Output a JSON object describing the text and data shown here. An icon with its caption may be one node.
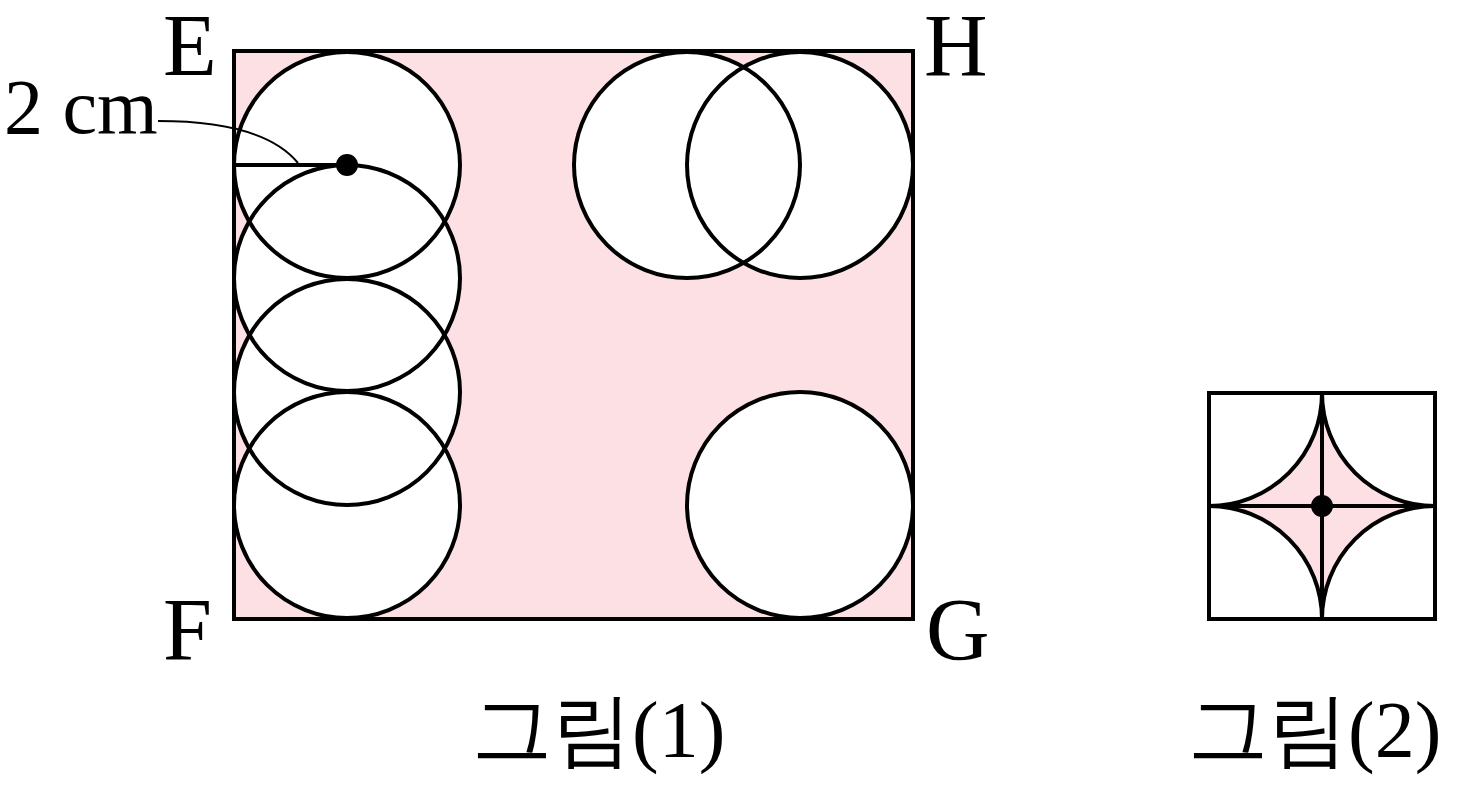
{
  "diagram": {
    "nodes": [
      {
        "text": [
          "2 cm"
        ]
      },
      {
        "text": [],
        "shape": "line"
      }
    ],
    "edges": [
      {
        "from": 0,
        "to": 1,
        "arrow": "none"
      }
    ],
    "labels": [
      "E",
      "H",
      "F",
      "G",
      "그림(1)",
      "그림(2)"
    ]
  }
}
